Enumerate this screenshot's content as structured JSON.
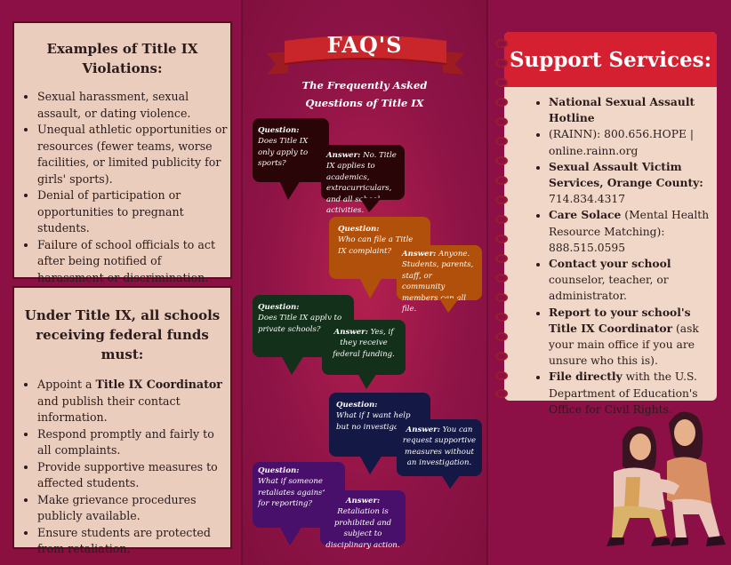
{
  "left_panel": {
    "violations": {
      "heading": "Examples of Title IX Violations:",
      "items": [
        "Sexual harassment, sexual assault, or dating violence.",
        "Unequal athletic opportunities or resources (fewer teams, worse facilities, or limited publicity for girls' sports).",
        "Denial of participation or opportunities to pregnant students.",
        " Failure of school officials to act after being notified  of harassment or discrimination."
      ]
    },
    "requirements": {
      "heading_line1": "Under Title IX, all schools",
      "heading_line2": "receiving federal funds must:",
      "items": [
        {
          "pre": "Appoint a ",
          "bold": "Title IX Coordinator",
          "post": " and publish their contact information."
        },
        {
          "pre": "Respond promptly and fairly to all complaints.",
          "bold": "",
          "post": ""
        },
        {
          "pre": "Provide supportive measures to affected students.",
          "bold": "",
          "post": ""
        },
        {
          "pre": "Make grievance procedures publicly available.",
          "bold": "",
          "post": ""
        },
        {
          "pre": "Ensure students are protected from retaliation.",
          "bold": "",
          "post": ""
        }
      ]
    }
  },
  "faq": {
    "title": "FAQ'S",
    "subtitle_line1": "The Frequently Asked",
    "subtitle_line2": "Questions of Title IX",
    "question_label": "Question:",
    "answer_label": "Answer:",
    "pairs": [
      {
        "question": "Does Title IX only apply to sports?",
        "answer": "No. Title IX applies to academics, extracurriculars, and all school activities.",
        "color": "#2a0508"
      },
      {
        "question": "Who can file a Title IX complaint?",
        "answer": "Anyone. Students, parents, staff, or community members can all file.",
        "color": "#b0500a"
      },
      {
        "question": "Does Title IX apply to private schools?",
        "answer": "Yes, if they receive federal funding.",
        "color": "#12301a"
      },
      {
        "question": "What if I want help but no investigation?",
        "answer": "You can request supportive measures without an investigation.",
        "color": "#141845"
      },
      {
        "question": "What if someone retaliates against me for reporting?",
        "answer": "Retaliation is prohibited and subject to disciplinary action.",
        "color": "#48106a"
      }
    ]
  },
  "support": {
    "title": "Support Services:",
    "items": [
      {
        "bold": "National Sexual Assault Hotline",
        "text": ""
      },
      {
        "bold": "",
        "text": " (RAINN): 800.656.HOPE | online.rainn.org"
      },
      {
        "bold": "Sexual Assault Victim Services, Orange County:",
        "text": " 714.834.4317"
      },
      {
        "bold": "Care Solace",
        "text": " (Mental Health Resource Matching): 888.515.0595"
      },
      {
        "bold": "Contact your school",
        "text": " counselor, teacher, or administrator."
      },
      {
        "bold": "Report to your school's Title IX Coordinator",
        "text": " (ask your main office if you are unsure who this is)."
      },
      {
        "bold": "File directly",
        "text": " with the U.S. Department of Education's Office for Civil Rights."
      }
    ]
  },
  "colors": {
    "background": "#8c1046",
    "box_fill": "#ebcdbd",
    "support_header": "#d42030",
    "banner_red": "#c8262b"
  },
  "illustration": "two-girls-comforting-illustration"
}
